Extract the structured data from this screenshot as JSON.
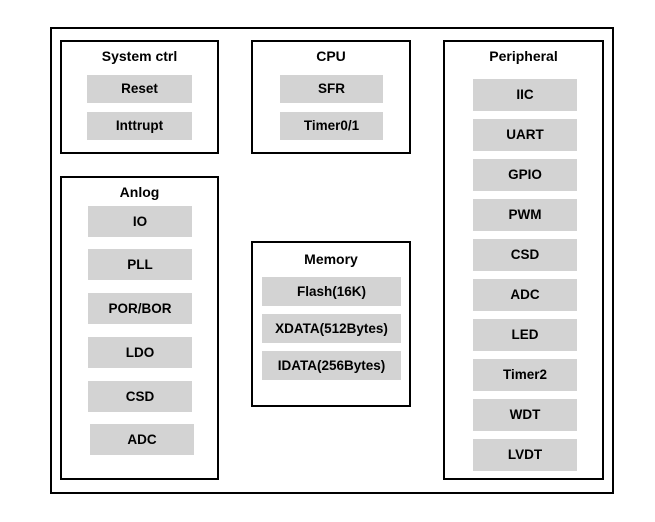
{
  "groups": {
    "system_ctrl": {
      "title": "System ctrl",
      "items": [
        "Reset",
        "Inttrupt"
      ]
    },
    "cpu": {
      "title": "CPU",
      "items": [
        "SFR",
        "Timer0/1"
      ]
    },
    "peripheral": {
      "title": "Peripheral",
      "items": [
        "IIC",
        "UART",
        "GPIO",
        "PWM",
        "CSD",
        "ADC",
        "LED",
        "Timer2",
        "WDT",
        "LVDT"
      ]
    },
    "analog": {
      "title": "Anlog",
      "items": [
        "IO",
        "PLL",
        "POR/BOR",
        "LDO",
        "CSD",
        "ADC"
      ]
    },
    "memory": {
      "title": "Memory",
      "items": [
        "Flash(16K)",
        "XDATA(512Bytes)",
        "IDATA(256Bytes)"
      ]
    }
  },
  "colors": {
    "block_fill": "#d3d3d3",
    "border": "#000000"
  }
}
